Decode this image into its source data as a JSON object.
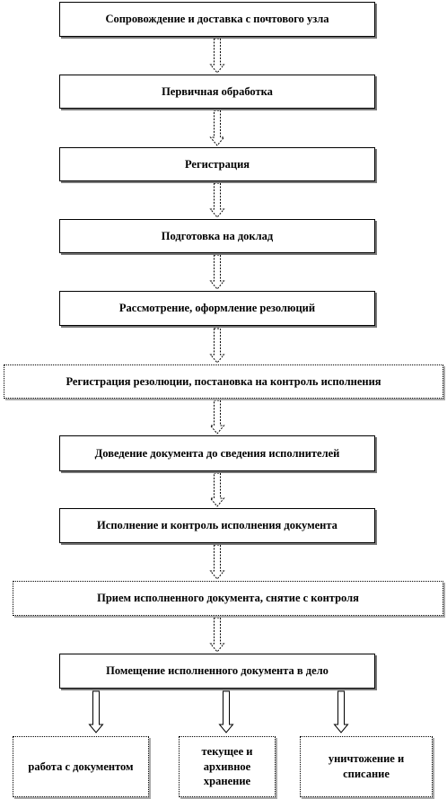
{
  "steps": [
    "Сопровождение и доставка с почтового узла",
    "Первичная обработка",
    "Регистрация",
    "Подготовка на доклад",
    "Рассмотрение, оформление резолюций",
    "Регистрация резолюции, постановка на контроль исполнения",
    "Доведение документа до сведения исполнителей",
    "Исполнение и контроль исполнения документа",
    "Прием исполненного документа, снятие с контроля",
    "Помещение исполненного документа в дело"
  ],
  "outcomes": [
    "работа с документом",
    "текущее и архивное хранение",
    "уничтожение и списание"
  ]
}
